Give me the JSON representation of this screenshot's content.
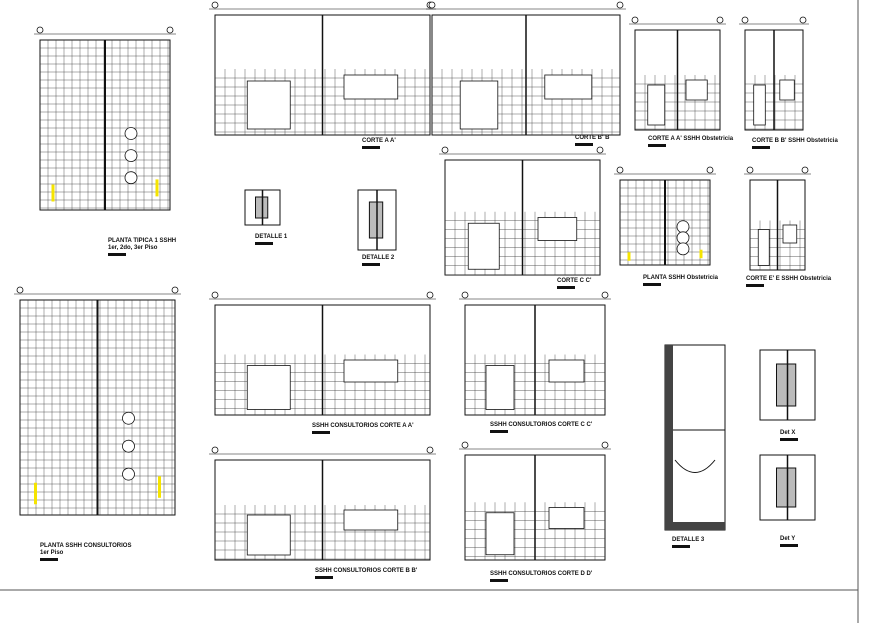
{
  "sheet": {
    "panels": [
      {
        "id": "planta-tipica",
        "kind": "plan",
        "title": "PLANTA TIPICA 1 SSHH",
        "subtitle": "1er, 2do, 3er Piso"
      },
      {
        "id": "corte-aa",
        "kind": "section",
        "title": "CORTE A A'"
      },
      {
        "id": "corte-bb",
        "kind": "section",
        "title": "CORTE B' B"
      },
      {
        "id": "corte-aa-obst",
        "kind": "section",
        "title": "CORTE A A' SSHH Obstetricia"
      },
      {
        "id": "corte-bb-obst",
        "kind": "section",
        "title": "CORTE B B' SSHH Obstetricia"
      },
      {
        "id": "detalle-1",
        "kind": "detail",
        "title": "DETALLE 1"
      },
      {
        "id": "detalle-2",
        "kind": "detail",
        "title": "DETALLE 2"
      },
      {
        "id": "corte-cc",
        "kind": "section",
        "title": "CORTE C C'"
      },
      {
        "id": "planta-obst",
        "kind": "plan",
        "title": "PLANTA SSHH Obstetricia"
      },
      {
        "id": "corte-ee-obst",
        "kind": "section",
        "title": "CORTE E' E SSHH Obstetricia"
      },
      {
        "id": "planta-consultorios",
        "kind": "plan",
        "title": "PLANTA SSHH CONSULTORIOS",
        "subtitle": "1er Piso"
      },
      {
        "id": "cons-corte-aa",
        "kind": "section",
        "title": "SSHH CONSULTORIOS CORTE A A'"
      },
      {
        "id": "cons-corte-cc",
        "kind": "section",
        "title": "SSHH CONSULTORIOS CORTE C C'"
      },
      {
        "id": "cons-corte-bb",
        "kind": "section",
        "title": "SSHH CONSULTORIOS CORTE B B'"
      },
      {
        "id": "cons-corte-dd",
        "kind": "section",
        "title": "SSHH CONSULTORIOS CORTE D D'"
      },
      {
        "id": "detalle-3",
        "kind": "wall",
        "title": "DETALLE 3"
      },
      {
        "id": "det-x",
        "kind": "detail",
        "title": "Det X"
      },
      {
        "id": "det-y",
        "kind": "detail",
        "title": "Det Y"
      }
    ],
    "colors": {
      "line": "#111111",
      "highlight": "#f5e400",
      "accent": "#e0202a"
    }
  }
}
